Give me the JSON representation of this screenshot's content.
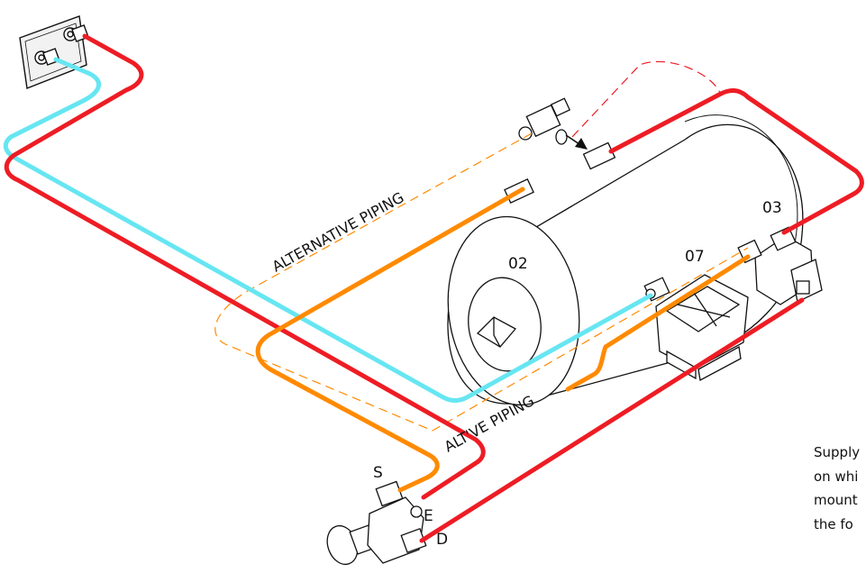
{
  "labels": {
    "part_02": "02",
    "part_03": "03",
    "part_07": "07",
    "port_s": "S",
    "port_e": "E",
    "port_d": "D",
    "alternative_piping": "ALTERNATIVE PIPING",
    "altve_piping": "ALT'VE PIPING"
  },
  "note": {
    "line1": "Supply",
    "line2": "on whi",
    "line3": "mount",
    "line4": "the fo"
  },
  "colors": {
    "supply_line": "#ee1c24",
    "control_line": "#ff8a00",
    "delivery_line": "#66e6f2",
    "alternative_dashed_red": "#ee1c24",
    "alternative_dashed_orange": "#ff8a00",
    "outline": "#111111"
  }
}
